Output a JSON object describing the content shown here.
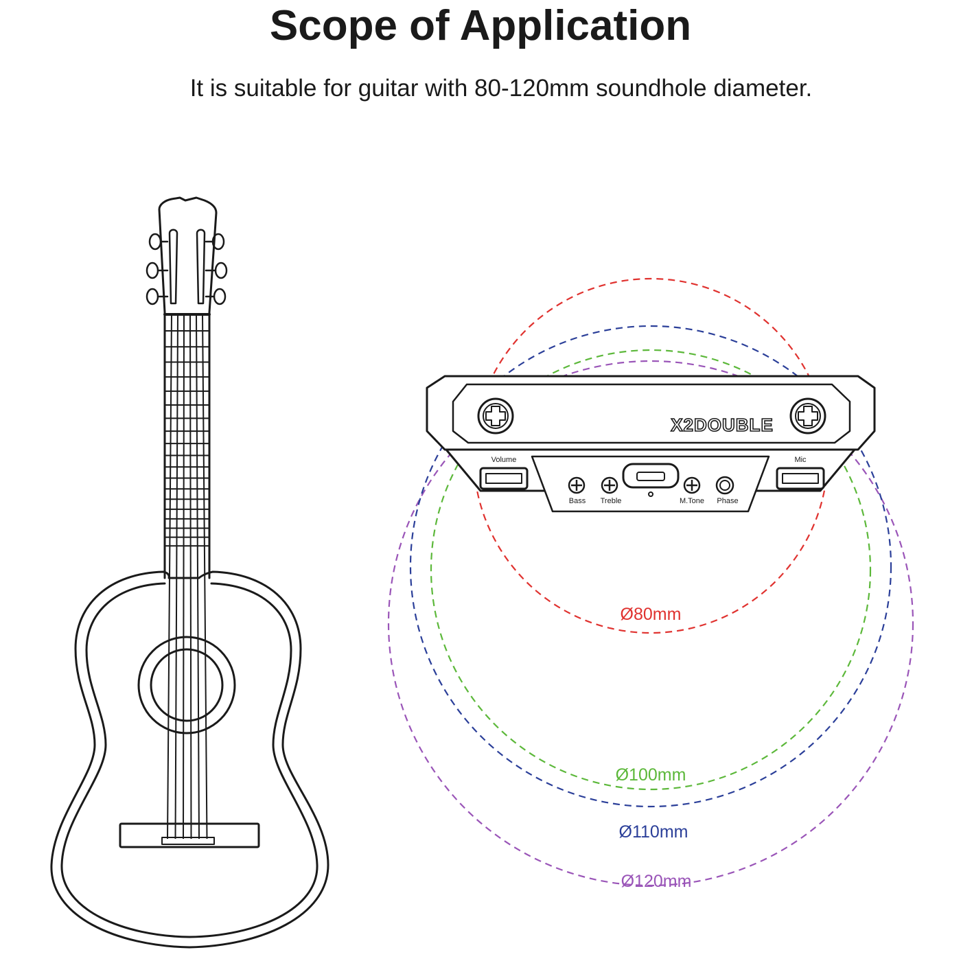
{
  "header": {
    "title": "Scope of Application",
    "subtitle": "It is suitable for guitar with 80-120mm soundhole diameter."
  },
  "pickup": {
    "brand": "X2DOUBLE",
    "controls": {
      "volume": "Volume",
      "mic": "Mic",
      "bass": "Bass",
      "treble": "Treble",
      "mtone": "M.Tone",
      "phase": "Phase"
    }
  },
  "soundholes": [
    {
      "label": "Ø80mm",
      "diameter_mm": 80,
      "color": "#e0322f"
    },
    {
      "label": "Ø100mm",
      "diameter_mm": 100,
      "color": "#5cb83a"
    },
    {
      "label": "Ø110mm",
      "diameter_mm": 110,
      "color": "#2b3f99"
    },
    {
      "label": "Ø120mm",
      "diameter_mm": 120,
      "color": "#9a55b8"
    }
  ],
  "colors": {
    "outline": "#1a1a1a",
    "d80": "#e0322f",
    "d100": "#5cb83a",
    "d110": "#2b3f99",
    "d120": "#9a55b8"
  }
}
